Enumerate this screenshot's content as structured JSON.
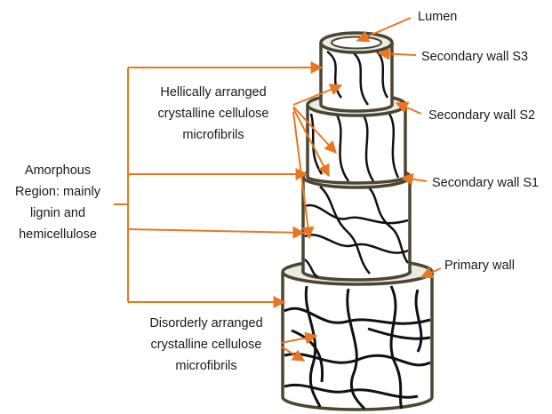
{
  "labels": {
    "lumen": "Lumen",
    "s3": "Secondary wall S3",
    "s2": "Secondary wall S2",
    "s1": "Secondary wall S1",
    "primary": "Primary wall",
    "amorphous": [
      "Amorphous",
      "Region: mainly",
      "lignin and",
      "hemicellulose"
    ],
    "helical": [
      "Hellically arranged",
      "crystalline cellulose",
      "microfibrils"
    ],
    "disorderly": [
      "Disorderly arranged",
      "crystalline cellulose",
      "microfibrils"
    ]
  },
  "colors": {
    "arrow": "#e87722",
    "outline": "#4a4631",
    "wall_fill": "#ecebe3",
    "fibril": "#111111",
    "text": "#1a1a1a"
  }
}
